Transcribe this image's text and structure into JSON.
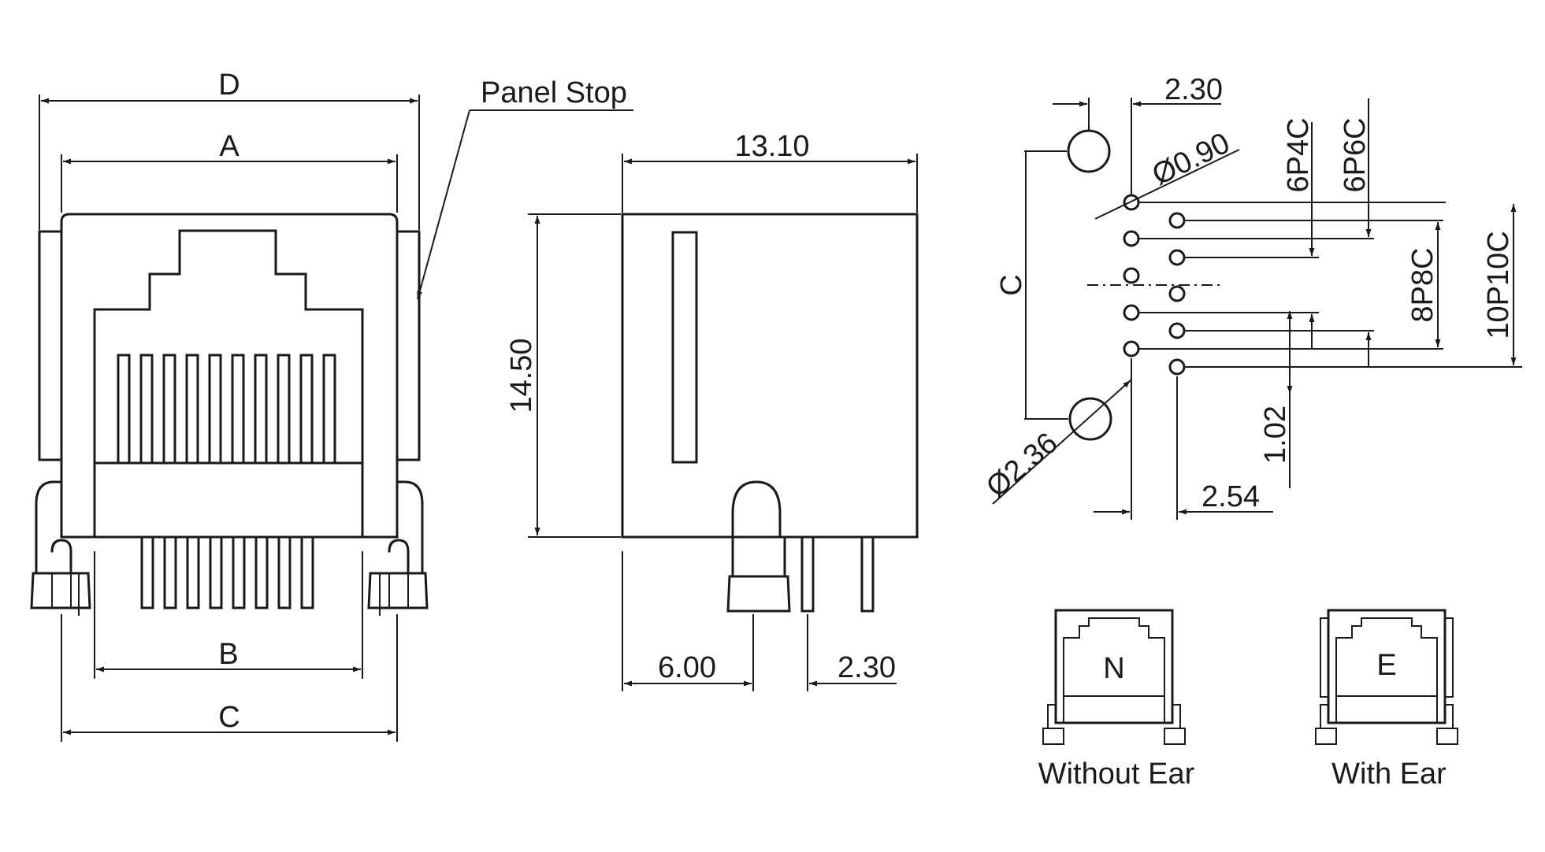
{
  "front_view": {
    "dim_d": "D",
    "dim_a": "A",
    "dim_b": "B",
    "dim_c": "C",
    "callout_panel_stop": "Panel Stop"
  },
  "side_view": {
    "dim_width": "13.10",
    "dim_height": "14.50",
    "dim_post_offset": "6.00",
    "dim_pin_pitch": "2.30"
  },
  "footprint": {
    "dim_row_offset": "2.30",
    "dim_small_hole": "Ø0.90",
    "dim_large_hole": "Ø2.36",
    "dim_c": "C",
    "dim_row_spacing": "1.02",
    "dim_pin_pitch": "2.54",
    "label_6p4c": "6P4C",
    "label_6p6c": "6P6C",
    "label_8p8c": "8P8C",
    "label_10p10c": "10P10C"
  },
  "variants": {
    "without_ear_letter": "N",
    "without_ear_caption": "Without Ear",
    "with_ear_letter": "E",
    "with_ear_caption": "With Ear"
  }
}
